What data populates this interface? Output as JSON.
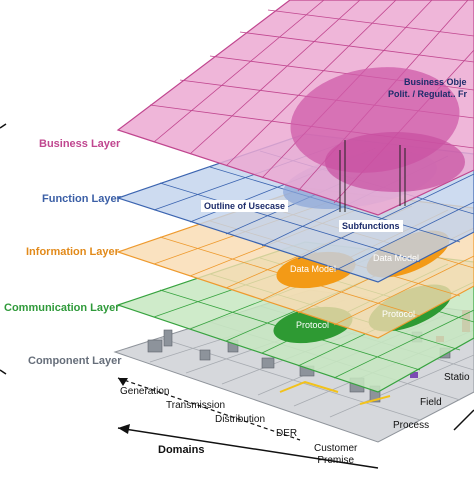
{
  "layers": [
    {
      "key": "business",
      "label": "Business Layer",
      "color": "#c0468f"
    },
    {
      "key": "function",
      "label": "Function Layer",
      "color": "#3b5fa6"
    },
    {
      "key": "information",
      "label": "Information Layer",
      "color": "#e28a1a"
    },
    {
      "key": "communication",
      "label": "Communication Layer",
      "color": "#2f9a3a"
    },
    {
      "key": "component",
      "label": "Component Layer",
      "color": "#666e7a"
    }
  ],
  "business": {
    "objectives_line1": "Business Obje",
    "objectives_line2": "Polit. / Regulat.. Fr"
  },
  "function": {
    "usecase_label": "Outline of Usecase",
    "subfunctions_label": "Subfunctions"
  },
  "information": {
    "data_model_1": "Data Model",
    "data_model_2": "Data Model"
  },
  "communication": {
    "protocol_1": "Protocol",
    "protocol_2": "Protocol"
  },
  "domains": {
    "title": "Domains",
    "items": [
      "Generation",
      "Transmission",
      "Distribution",
      "DER",
      "Customer\nPremise"
    ]
  },
  "zones": {
    "items": [
      "Process",
      "Field",
      "Statio"
    ]
  },
  "colors": {
    "business_fill": "#e9a6cf",
    "function_fill": "#b9cbe8",
    "information_fill": "#f8d7a6",
    "communication_fill": "#c3e6bd",
    "component_fill": "#d2d4d8",
    "oval_pink": "#cf5ba8",
    "oval_orange": "#f39a16",
    "oval_green": "#2e9a33"
  }
}
